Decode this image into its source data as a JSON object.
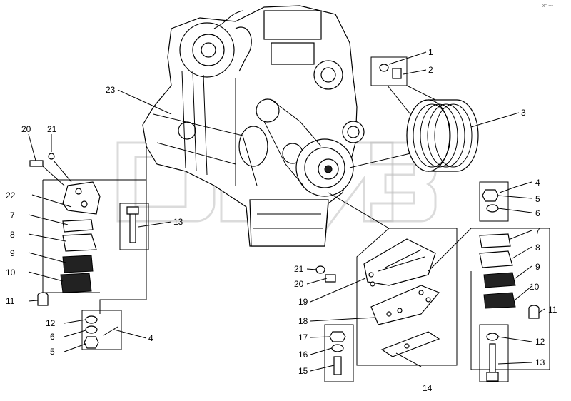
{
  "watermark_text": "ЯМЗ",
  "corner_mark": "x° ‐‐‐",
  "callouts": {
    "c1": "1",
    "c2": "2",
    "c3": "3",
    "c4r": "4",
    "c5r": "5",
    "c6r": "6",
    "c7r": "7",
    "c8r": "8",
    "c9r": "9",
    "c10r": "10",
    "c11r": "11",
    "c12r": "12",
    "c13r": "13",
    "c4l": "4",
    "c5l": "5",
    "c6l": "6",
    "c7l": "7",
    "c8l": "8",
    "c9l": "9",
    "c10l": "10",
    "c11l": "11",
    "c12l": "12",
    "c13l": "13",
    "c14": "14",
    "c15": "15",
    "c16": "16",
    "c17": "17",
    "c18": "18",
    "c19": "19",
    "c20l": "20",
    "c21l": "21",
    "c20m": "20",
    "c21m": "21",
    "c22": "22",
    "c23": "23"
  }
}
